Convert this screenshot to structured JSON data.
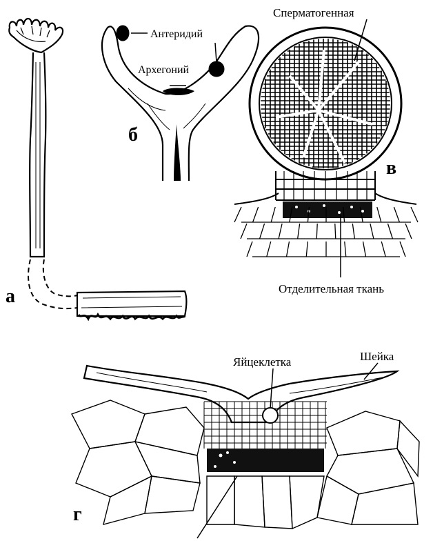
{
  "panels": {
    "a": "а",
    "b": "б",
    "v": "в",
    "g": "г"
  },
  "labels": {
    "antheridium": "Антеридий",
    "archegonium": "Архегоний",
    "spermatogenous": "Сперматогенная",
    "separating_tissue": "Отделительная ткань",
    "egg_cell": "Яйцеклетка",
    "neck": "Шейка"
  }
}
